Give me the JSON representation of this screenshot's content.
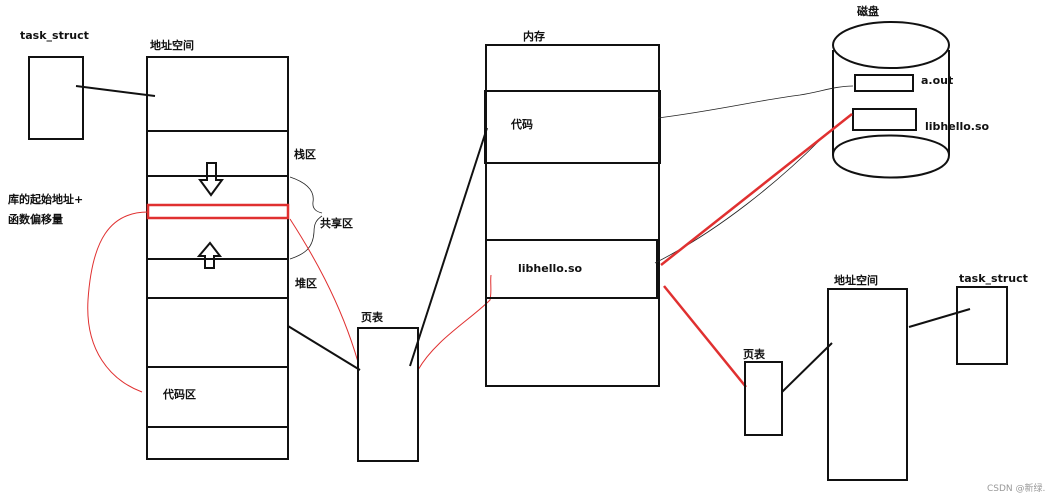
{
  "labels": {
    "task_struct_left": "task_struct",
    "addr_space_left": "地址空间",
    "stack": "栈区",
    "shared": "共享区",
    "heap": "堆区",
    "code_region": "代码区",
    "lib_offset_line1": "库的起始地址+",
    "lib_offset_line2": "函数偏移量",
    "page_table_left": "页表",
    "memory": "内存",
    "mem_code": "代码",
    "mem_lib": "libhello.so",
    "disk": "磁盘",
    "disk_aout": "a.out",
    "disk_lib": "libhello.so",
    "page_table_right": "页表",
    "addr_space_right": "地址空间",
    "task_struct_right": "task_struct"
  },
  "watermark": "CSDN @新绿."
}
